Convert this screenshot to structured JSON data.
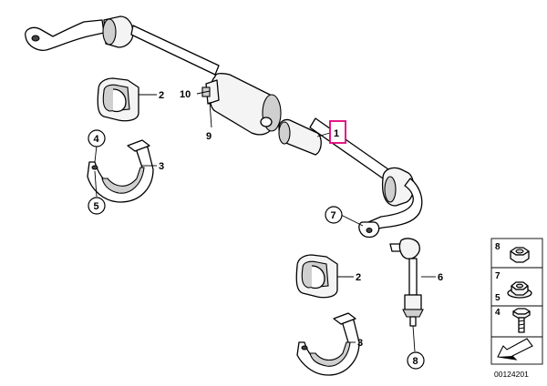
{
  "callouts": {
    "c1": "1",
    "c2a": "2",
    "c2b": "2",
    "c3a": "3",
    "c3b": "3",
    "c4": "4",
    "c5": "5",
    "c6": "6",
    "c7": "7",
    "c8": "8",
    "c9": "9",
    "c10": "10"
  },
  "legend": {
    "n8": "8",
    "n7": "7",
    "n5": "5",
    "n4": "4"
  },
  "footer": {
    "code": "00124201"
  },
  "colors": {
    "highlight": "#e0007a",
    "line": "#000000"
  }
}
